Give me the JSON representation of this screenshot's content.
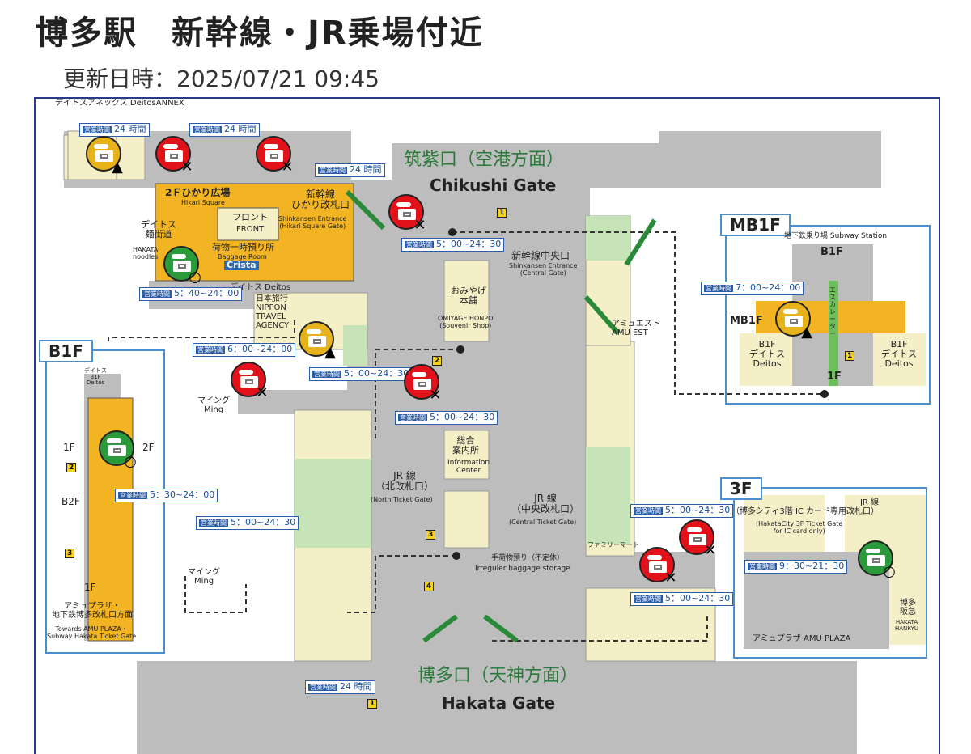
{
  "header": {
    "title": "博多駅　新幹線・JR乗場付近",
    "updated": "更新日時：2025/07/21 09:45"
  },
  "map": {
    "gates": {
      "chikushi_jp": "筑紫口（空港方面）",
      "chikushi_en": "Chikushi Gate",
      "hakata_jp": "博多口（天神方面）",
      "hakata_en": "Hakata Gate"
    },
    "labels": {
      "deitos_annex": "デイトスアネックス DeitosANNEX",
      "hikari_square": "2Ｆひかり広場",
      "hikari_square_en": "Hikari Square",
      "front_jp": "フロント",
      "front_en": "FRONT",
      "baggage_jp": "荷物一時預り所",
      "baggage_en": "Baggage Room",
      "shinkansen_hikari_jp": "新幹線\nひかり改札口",
      "shinkansen_hikari_en": "Shinkansen Entrance\n(Hikari Square Gate)",
      "deitos_menkaido": "デイトス\n麺街道",
      "hakata_noodles": "HAKATA\nnoodles",
      "crista": "Crista",
      "deitos": "デイトス Deitos",
      "nippon_travel": "日本旅行\nNIPPON\nTRAVEL\nAGENCY",
      "omiyage_jp": "おみやげ\n本舗",
      "omiyage_en": "OMIYAGE HONPO\n(Souvenir Shop)",
      "shinkansen_central_jp": "新幹線中央口",
      "shinkansen_central_en": "Shinkansen Entrance\n(Central Gate)",
      "amu_est": "アミュエスト\nAMU EST",
      "ming1": "マイング\nMing",
      "ming2": "マイング\nMing",
      "info_jp": "総合\n案内所",
      "info_en": "Information\nCenter",
      "jr_north_jp": "JR 線\n（北改札口）",
      "jr_north_en": "(North Ticket Gate)",
      "jr_central_jp": "JR 線\n（中央改札口）",
      "jr_central_en": "(Central Ticket Gate)",
      "family_mart": "ファミリーマート",
      "irregular_jp": "手荷物預り（不定休）",
      "irregular_en": "Irreguler baggage storage",
      "amu_plaza_b1": "アミュプラザ・\n地下鉄博多改札口方面",
      "amu_plaza_b1_en": "Towards AMU PLAZA・\nSubway Hakata Ticket Gate",
      "subway_station": "地下鉄乗り場 Subway Station",
      "escalator": "エスカレーター",
      "deitos_b1_left": "B1F\nデイトス\nDeitos",
      "deitos_b1_right": "B1F\nデイトス\nDeitos",
      "hakatacity_gate": "JR 線\n（博多シティ3階 IC カード専用改札口）",
      "hakatacity_gate_en": "(HakataCity 3F Ticket Gate\nfor IC card only)",
      "amu_plaza_3f": "アミュプラザ AMU PLAZA",
      "hakata_hankyu": "博多\n阪急",
      "hakata_hankyu_en": "HAKATA\nHANKYU",
      "deitos_b1f_box": "デイトス\nB1F\nDeitos"
    },
    "floors": {
      "b1f": "B1F",
      "mb1f": "MB1F",
      "f3": "3F",
      "mb1f_top": "B1F",
      "mb1f_mid": "MB1F",
      "mb1f_bottom": "1F",
      "b1_1f": "1F",
      "b1_2f": "2F",
      "b1_b2f": "B2F",
      "b1_1f_bottom": "1F"
    },
    "hours": {
      "tag": "営業時間",
      "annex_1": "24 時間",
      "annex_2": "24 時間",
      "chikushi_top": "24 時間",
      "chikushi_gate": "5：00~24：30",
      "crista": "5：40~24：00",
      "nippon": "6：00~24：00",
      "omiyage": "5：00~24：30",
      "ming_center": "5：00~24：30",
      "b1f_green": "5：30~24：00",
      "ming_left": "5：00~24：30",
      "mb1f": "7：00~24：00",
      "jr_right_top": "5：00~24：30",
      "jr_right_bottom": "5：00~24：30",
      "f3": "9：30~21：30",
      "hakata_gate": "24 時間"
    },
    "stairs": [
      "1",
      "2",
      "3",
      "4",
      "1",
      "2",
      "3",
      "1"
    ]
  },
  "colors": {
    "full_locker": "#e3121a",
    "few_left": "#e8b31a",
    "available": "#2a9a3a",
    "corridor": "#bdbdbd",
    "shop": "#f5efc8",
    "hikari": "#f2b422",
    "green_area": "#c7e3b8",
    "floor_border": "#4a8fd0"
  },
  "icons": [
    "locker-icon",
    "cross-icon",
    "triangle-icon",
    "circle-icon",
    "elevator-icon",
    "stairs-icon"
  ]
}
